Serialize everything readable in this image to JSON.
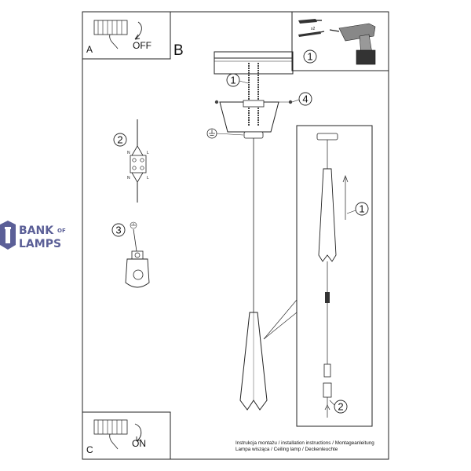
{
  "panel_a": {
    "letter": "A",
    "label": "OFF"
  },
  "panel_b": {
    "letter": "B"
  },
  "panel_c": {
    "letter": "C",
    "label": "ON"
  },
  "tool_box": {
    "qty": "x2"
  },
  "callouts": {
    "c1": "1",
    "c2": "2",
    "c3": "3",
    "c4": "4"
  },
  "logo": {
    "line1": "BANK",
    "of": "OF",
    "line2": "LAMPS",
    "color": "#5b5f97"
  },
  "terminal": {
    "n_top": "N",
    "l_top": "L",
    "n_bot": "N",
    "l_bot": "L"
  },
  "footer": {
    "line1": "Instrukcja montażu / installation instructions / Montageanleitung",
    "line2": "Lampa wisząca / Ceiling lamp / Deckenleuchte"
  }
}
